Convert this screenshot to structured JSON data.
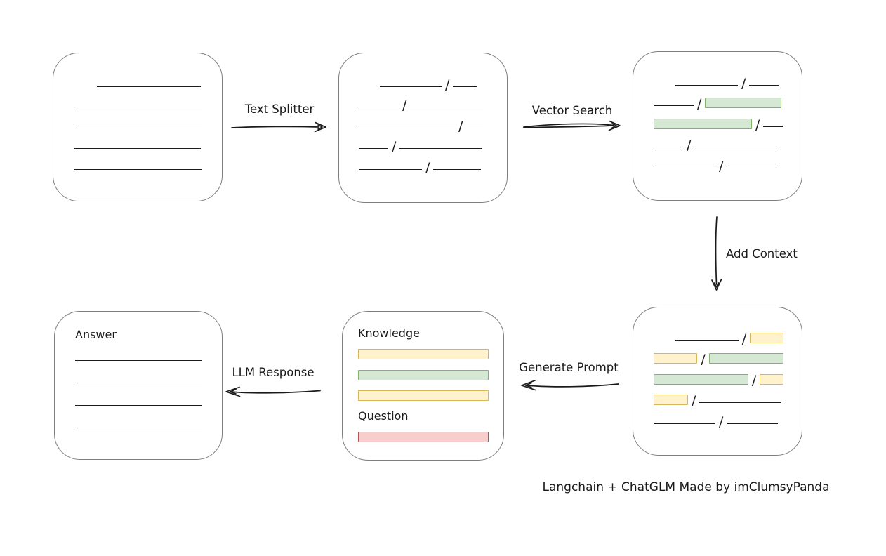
{
  "diagram": {
    "footer_credit": "Langchain + ChatGLM Made by imClumsyPanda"
  },
  "colors": {
    "line": "#1c1c1c",
    "box_border": "#7e7e7e",
    "green_fill": "#d5e8d4",
    "green_border": "#82b366",
    "yellow_fill": "#fff2cc",
    "yellow_border": "#d6b656",
    "red_fill": "#f8cecc",
    "red_border": "#b85450"
  },
  "arrows": [
    {
      "id": "text-splitter",
      "label": "Text Splitter",
      "direction": "right"
    },
    {
      "id": "vector-search",
      "label": "Vector Search",
      "direction": "right"
    },
    {
      "id": "add-context",
      "label": "Add Context",
      "direction": "down"
    },
    {
      "id": "generate-prompt",
      "label": "Generate Prompt",
      "direction": "left"
    },
    {
      "id": "llm-response",
      "label": "LLM Response",
      "direction": "left"
    }
  ],
  "boxes": [
    {
      "id": "source-document",
      "rows": [
        {
          "indent": 32,
          "segments": [
            {
              "t": "line",
              "w": 148
            }
          ]
        },
        {
          "segments": [
            {
              "t": "line",
              "w": 182
            }
          ]
        },
        {
          "segments": [
            {
              "t": "line",
              "w": 182
            }
          ]
        },
        {
          "segments": [
            {
              "t": "line",
              "w": 180
            }
          ]
        },
        {
          "segments": [
            {
              "t": "line",
              "w": 182
            }
          ]
        }
      ]
    },
    {
      "id": "split-text-chunks",
      "rows": [
        {
          "indent": 30,
          "segments": [
            {
              "t": "line",
              "w": 88
            },
            {
              "t": "slash"
            },
            {
              "t": "line",
              "w": 34
            }
          ]
        },
        {
          "segments": [
            {
              "t": "line",
              "w": 57
            },
            {
              "t": "slash"
            },
            {
              "t": "line",
              "w": 104
            }
          ]
        },
        {
          "segments": [
            {
              "t": "line",
              "w": 137
            },
            {
              "t": "slash"
            },
            {
              "t": "line",
              "w": 24
            }
          ]
        },
        {
          "segments": [
            {
              "t": "line",
              "w": 42
            },
            {
              "t": "slash"
            },
            {
              "t": "line",
              "w": 117
            }
          ]
        },
        {
          "segments": [
            {
              "t": "line",
              "w": 90
            },
            {
              "t": "slash"
            },
            {
              "t": "line",
              "w": 68
            }
          ]
        }
      ]
    },
    {
      "id": "vector-search-matches",
      "rows": [
        {
          "indent": 30,
          "segments": [
            {
              "t": "line",
              "w": 90
            },
            {
              "t": "slash"
            },
            {
              "t": "line",
              "w": 43
            }
          ]
        },
        {
          "segments": [
            {
              "t": "line",
              "w": 57
            },
            {
              "t": "slash"
            },
            {
              "t": "chunk",
              "color": "green",
              "w": 107
            }
          ]
        },
        {
          "segments": [
            {
              "t": "chunk",
              "color": "green",
              "w": 138
            },
            {
              "t": "slash"
            },
            {
              "t": "line",
              "w": 28
            }
          ]
        },
        {
          "segments": [
            {
              "t": "line",
              "w": 42
            },
            {
              "t": "slash"
            },
            {
              "t": "line",
              "w": 117
            }
          ]
        },
        {
          "segments": [
            {
              "t": "line",
              "w": 88
            },
            {
              "t": "slash"
            },
            {
              "t": "line",
              "w": 70
            }
          ]
        }
      ]
    },
    {
      "id": "context-chunks",
      "rows": [
        {
          "indent": 30,
          "segments": [
            {
              "t": "line",
              "w": 93
            },
            {
              "t": "slash"
            },
            {
              "t": "chunk",
              "color": "yellow",
              "w": 47
            }
          ]
        },
        {
          "segments": [
            {
              "t": "chunk",
              "color": "yellow",
              "w": 62
            },
            {
              "t": "slash"
            },
            {
              "t": "chunk",
              "color": "green",
              "w": 107
            }
          ]
        },
        {
          "segments": [
            {
              "t": "chunk",
              "color": "green",
              "w": 138
            },
            {
              "t": "slash"
            },
            {
              "t": "chunk",
              "color": "yellow",
              "w": 33
            }
          ]
        },
        {
          "segments": [
            {
              "t": "chunk",
              "color": "yellow",
              "w": 47
            },
            {
              "t": "slash"
            },
            {
              "t": "line",
              "w": 117
            }
          ]
        },
        {
          "segments": [
            {
              "t": "line",
              "w": 88
            },
            {
              "t": "slash"
            },
            {
              "t": "line",
              "w": 73
            }
          ]
        }
      ]
    },
    {
      "id": "prompt",
      "rows": [
        {
          "segments": [
            {
              "t": "label",
              "value": "Knowledge"
            }
          ]
        },
        {
          "segments": [
            {
              "t": "chunk",
              "color": "yellow",
              "w": 184
            }
          ]
        },
        {
          "segments": [
            {
              "t": "chunk",
              "color": "green",
              "w": 184
            }
          ]
        },
        {
          "segments": [
            {
              "t": "chunk",
              "color": "yellow",
              "w": 184
            }
          ]
        },
        {
          "segments": [
            {
              "t": "label",
              "value": "Question"
            }
          ]
        },
        {
          "segments": [
            {
              "t": "chunk",
              "color": "red",
              "w": 184
            }
          ]
        }
      ]
    },
    {
      "id": "answer",
      "rows": [
        {
          "segments": [
            {
              "t": "label",
              "value": "Answer"
            }
          ]
        },
        {
          "segments": [
            {
              "t": "line",
              "w": 181
            }
          ]
        },
        {
          "segments": [
            {
              "t": "line",
              "w": 181
            }
          ]
        },
        {
          "segments": [
            {
              "t": "line",
              "w": 181
            }
          ]
        },
        {
          "segments": [
            {
              "t": "line",
              "w": 181
            }
          ]
        }
      ]
    }
  ]
}
